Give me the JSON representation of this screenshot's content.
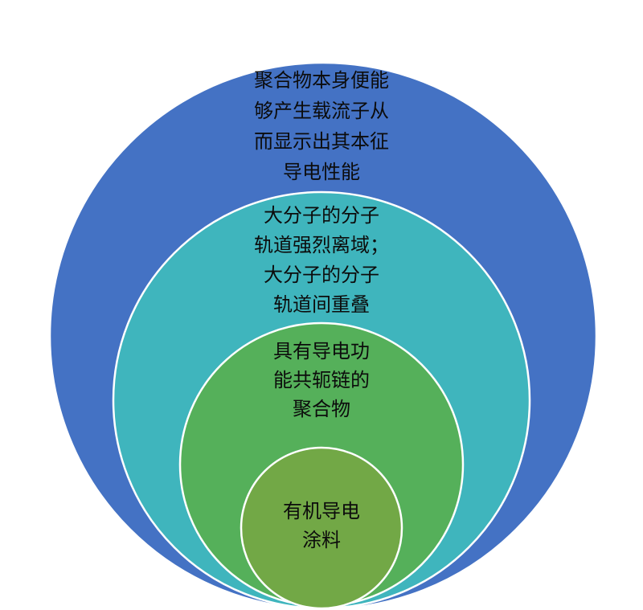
{
  "diagram": {
    "type": "nested-circles",
    "levels": [
      {
        "lines": [
          "聚合物本身便能",
          "够产生载流子从",
          "而显示出其本征",
          "导电性能"
        ],
        "color": "#4472c4"
      },
      {
        "lines": [
          "大分子的分子",
          "轨道强烈离域；",
          "大分子的分子",
          "轨道间重叠"
        ],
        "color": "#3fb5bd"
      },
      {
        "lines": [
          "具有导电功",
          "能共轭链的",
          "聚合物"
        ],
        "color": "#55b05a"
      },
      {
        "lines": [
          "有机导电",
          "涂料"
        ],
        "color": "#72a846"
      }
    ]
  }
}
